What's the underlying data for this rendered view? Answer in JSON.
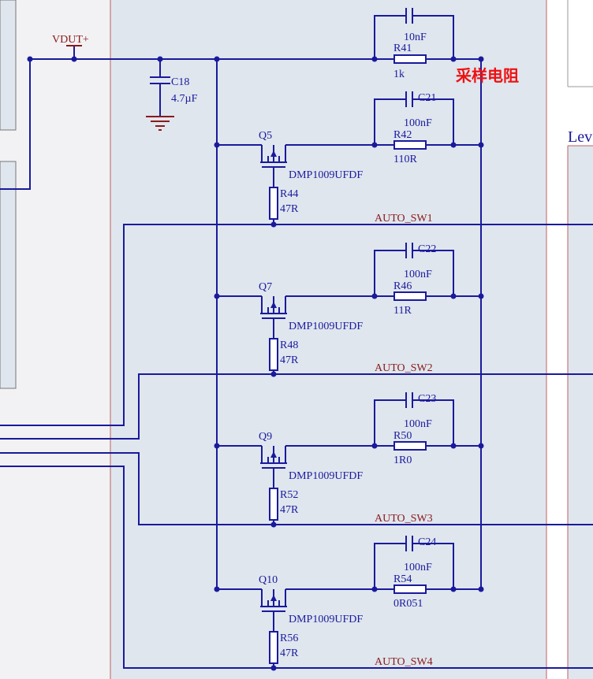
{
  "power_label": "VDUT+",
  "sense_note": "采样电阻",
  "section_heading": "Lev",
  "c18": {
    "ref": "C18",
    "value": "4.7µF"
  },
  "r41": {
    "ref": "R41",
    "value": "1k",
    "cap_value": "10nF"
  },
  "stages": [
    {
      "q_ref": "Q5",
      "q_part": "DMP1009UFDF",
      "r_ref": "R42",
      "r_val": "110R",
      "c_ref": "C21",
      "c_val": "100nF",
      "rg_ref": "R44",
      "rg_val": "47R",
      "net": "AUTO_SW1"
    },
    {
      "q_ref": "Q7",
      "q_part": "DMP1009UFDF",
      "r_ref": "R46",
      "r_val": "11R",
      "c_ref": "C22",
      "c_val": "100nF",
      "rg_ref": "R48",
      "rg_val": "47R",
      "net": "AUTO_SW2"
    },
    {
      "q_ref": "Q9",
      "q_part": "DMP1009UFDF",
      "r_ref": "R50",
      "r_val": "1R0",
      "c_ref": "C23",
      "c_val": "100nF",
      "rg_ref": "R52",
      "rg_val": "47R",
      "net": "AUTO_SW3"
    },
    {
      "q_ref": "Q10",
      "q_part": "DMP1009UFDF",
      "r_ref": "R54",
      "r_val": "0R051",
      "c_ref": "C24",
      "c_val": "100nF",
      "rg_ref": "R56",
      "rg_val": "47R",
      "net": "AUTO_SW4"
    }
  ]
}
